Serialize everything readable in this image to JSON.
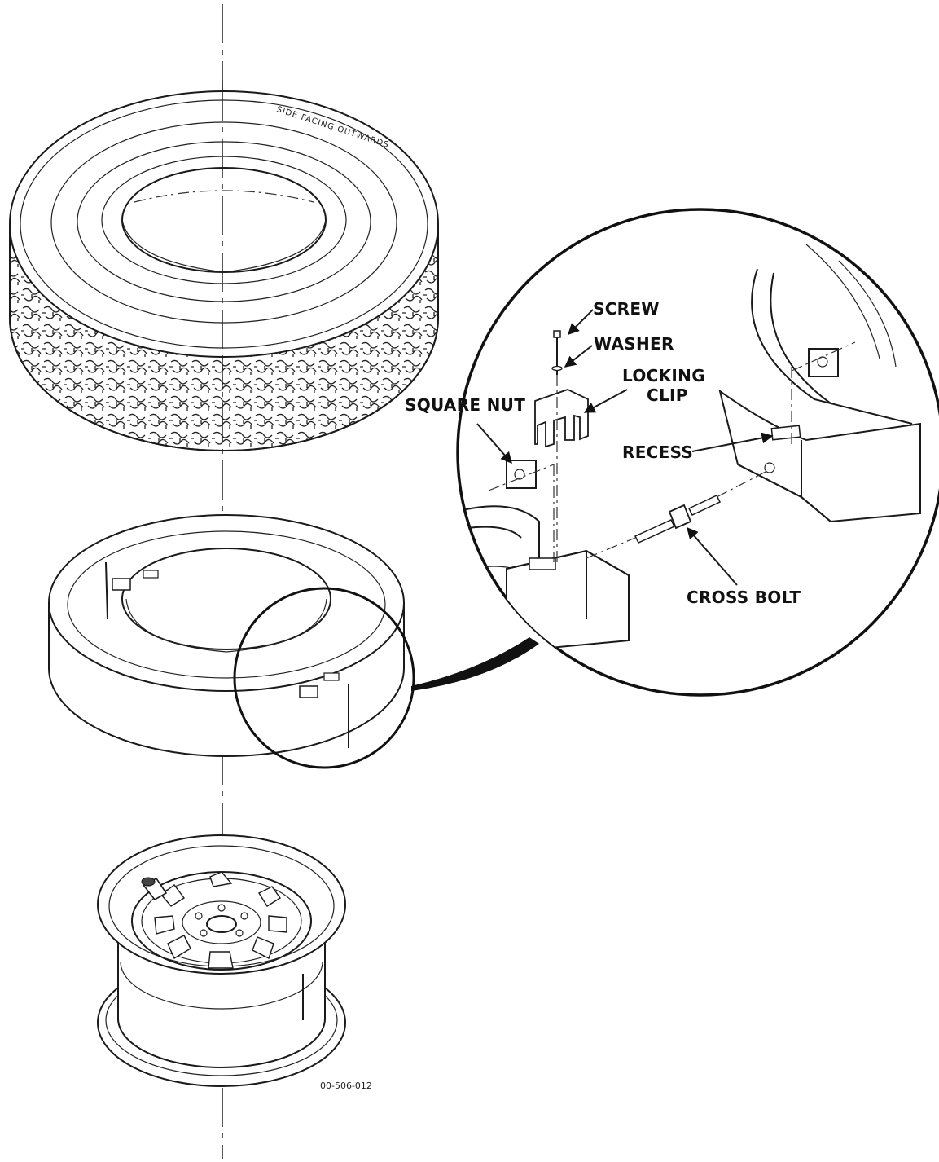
{
  "tire": {
    "sidewall_text": "SIDE FACING OUTWARDS"
  },
  "callouts": {
    "screw": "SCREW",
    "washer": "WASHER",
    "locking_clip_line1": "LOCKING",
    "locking_clip_line2": "CLIP",
    "square_nut": "SQUARE NUT",
    "recess": "RECESS",
    "cross_bolt": "CROSS BOLT"
  },
  "figure_id": "00-506-012"
}
